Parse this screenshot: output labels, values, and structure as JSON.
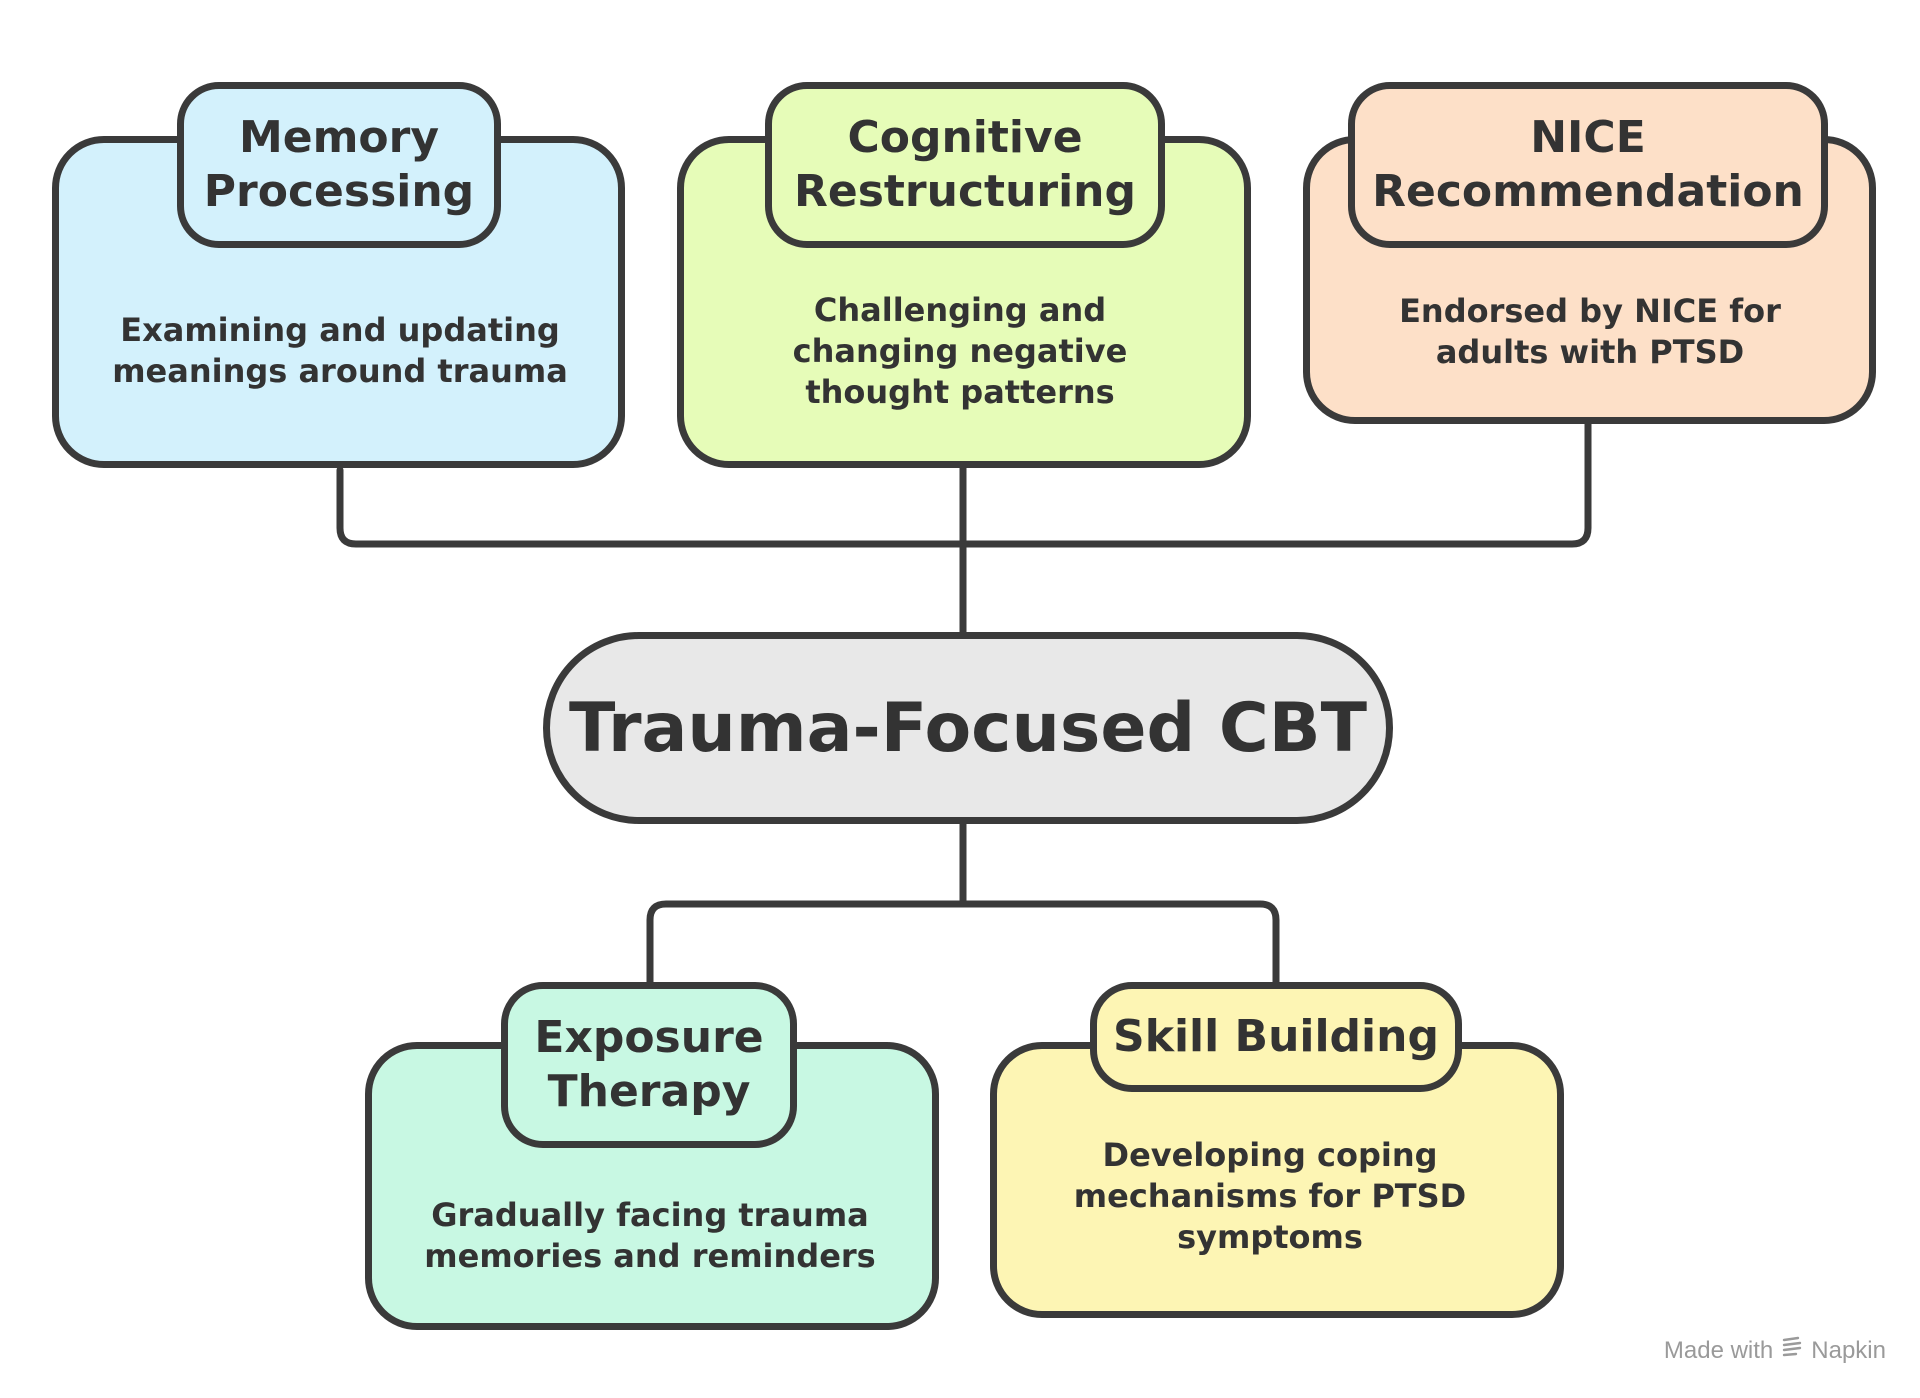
{
  "colors": {
    "memory": "#d3f1fc",
    "cognitive": "#e6fcb8",
    "nice": "#fde0c8",
    "center": "#e8e8e8",
    "exposure": "#c8f8e3",
    "skill": "#fdf5b4",
    "stroke": "#3a3a3a"
  },
  "center": {
    "label": "Trauma-Focused CBT"
  },
  "nodes": {
    "memory": {
      "title": "Memory Processing",
      "description": "Examining and updating meanings around trauma"
    },
    "cognitive": {
      "title": "Cognitive Restructuring",
      "description": "Challenging and changing negative thought patterns"
    },
    "nice": {
      "title": "NICE Recommendation",
      "description": "Endorsed by NICE for adults with PTSD"
    },
    "exposure": {
      "title": "Exposure Therapy",
      "description": "Gradually facing trauma memories and reminders"
    },
    "skill": {
      "title": "Skill Building",
      "description": "Developing coping mechanisms for PTSD symptoms"
    }
  },
  "watermark": {
    "made_with": "Made with",
    "brand": "Napkin",
    "logo_icon": "napkin-logo-icon"
  }
}
